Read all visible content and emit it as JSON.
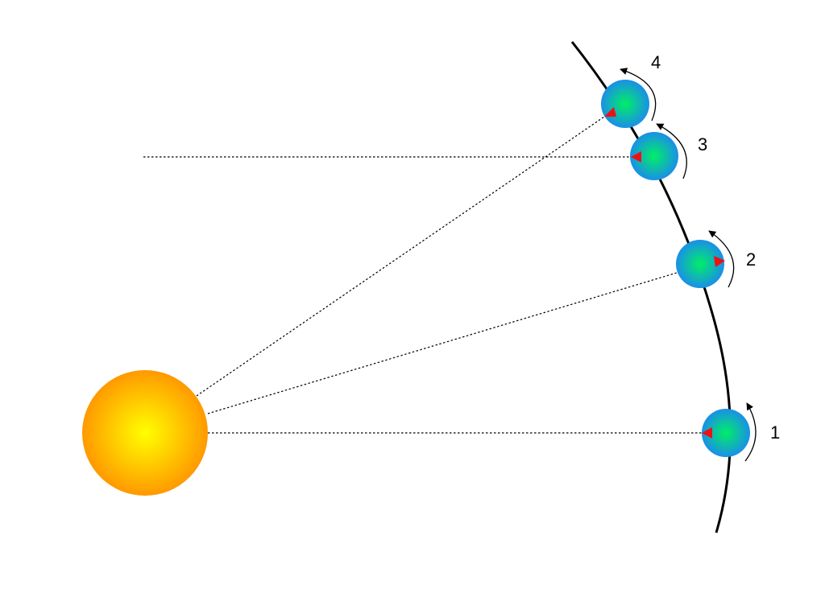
{
  "diagram": {
    "colors": {
      "background": "#ffffff",
      "sun_center": "#ffff00",
      "sun_edge": "#ff9900",
      "planet_center": "#00ee66",
      "planet_edge": "#1a8fe8",
      "marker": "#ee1111",
      "lines": "#000000"
    },
    "positions": [
      {
        "label": "1"
      },
      {
        "label": "2"
      },
      {
        "label": "3"
      },
      {
        "label": "4"
      }
    ]
  }
}
